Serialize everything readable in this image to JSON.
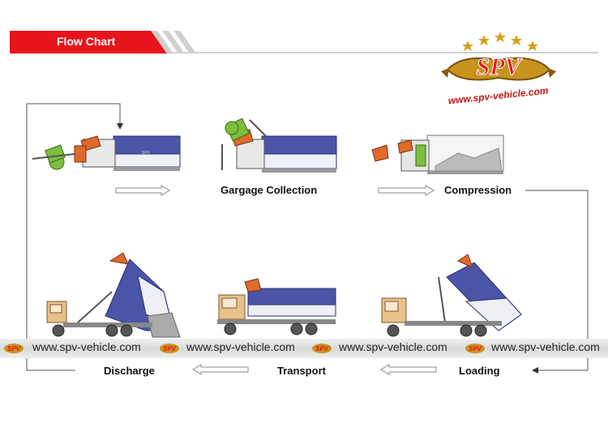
{
  "header": {
    "title": "Flow Chart"
  },
  "logo": {
    "brand": "SPV",
    "url": "www.spv-vehicle.com",
    "stars": 5
  },
  "steps": {
    "garbage_collection": "Gargage Collection",
    "compression": "Compression",
    "loading": "Loading",
    "transport": "Transport",
    "discharge": "Discharge"
  },
  "watermark": {
    "brand": "SPV",
    "items": [
      "www.spv-vehicle.com",
      "www.spv-vehicle.com",
      "www.spv-vehicle.com",
      "www.spv-vehicle.com"
    ]
  },
  "colors": {
    "accent_red": "#e8141b",
    "body_blue": "#4a55a8",
    "bin_blue": "#3c4da0",
    "cab_tan": "#e8c08a",
    "gold": "#c8941e",
    "arm_orange": "#e06a2a",
    "green": "#7dbf3c"
  }
}
